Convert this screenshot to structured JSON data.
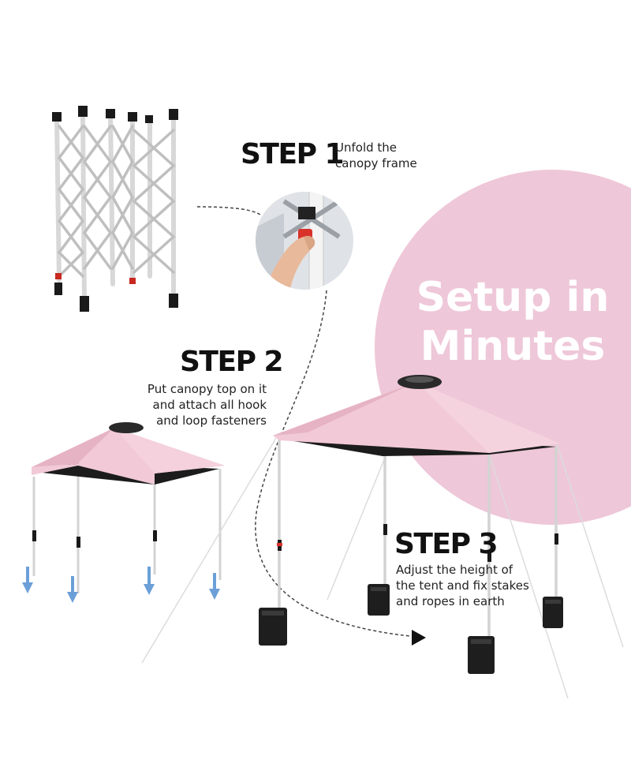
{
  "headline": {
    "line1": "Setup in",
    "line2": "Minutes"
  },
  "steps": [
    {
      "title": "STEP 1",
      "desc_line1": "Unfold the",
      "desc_line2": "canopy frame"
    },
    {
      "title": "STEP 2",
      "desc_line1": "Put canopy top on it",
      "desc_line2": "and attach all hook",
      "desc_line3": "and loop fasteners"
    },
    {
      "title": "STEP 3",
      "desc_line1": "Adjust the height of",
      "desc_line2": "the tent and fix stakes",
      "desc_line3": "and ropes in earth"
    }
  ],
  "colors": {
    "canopy": "#f2c9d6",
    "canopy_shade": "#e6b3c4",
    "pink_circle": "#eec7d8",
    "frame": "#e8e8e8",
    "underside": "#1c1c1c",
    "arrow_blue": "#6c9fd8",
    "accent_red": "#d9322b"
  }
}
